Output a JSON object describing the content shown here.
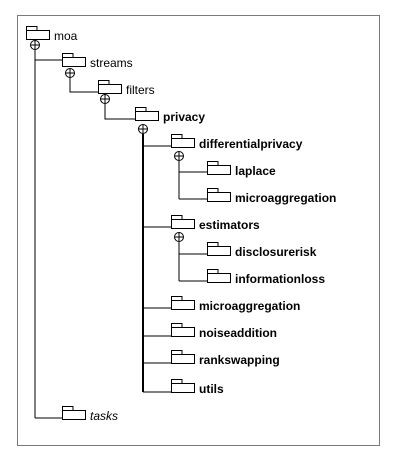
{
  "nodes": {
    "moa": "moa",
    "streams": "streams",
    "filters": "filters",
    "privacy": "privacy",
    "differentialprivacy": "differentialprivacy",
    "laplace": "laplace",
    "microaggregation_dp": "microaggregation",
    "estimators": "estimators",
    "disclosurerisk": "disclosurerisk",
    "informationloss": "informationloss",
    "microaggregation": "microaggregation",
    "noiseaddition": "noiseaddition",
    "rankswapping": "rankswapping",
    "utils": "utils",
    "tasks": "tasks"
  }
}
